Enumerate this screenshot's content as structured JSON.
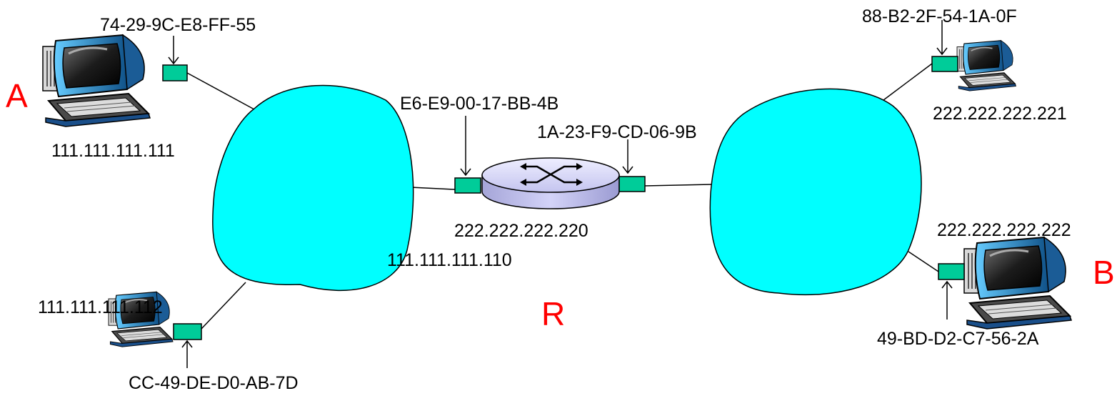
{
  "colors": {
    "network_fill": "#00ffff",
    "interface_card": "#00cc99",
    "router_body": "#c9c9f4",
    "highlight_letter": "#ff0000",
    "link_line": "#000000"
  },
  "nodes": {
    "host_a": {
      "name": "A",
      "ip": "111.111.111.111",
      "mac": "74-29-9C-E8-FF-55",
      "icon": "desktop-computer-icon"
    },
    "host_c": {
      "ip": "111.111.111.112",
      "mac": "CC-49-DE-D0-AB-7D",
      "icon": "desktop-computer-icon"
    },
    "host_d": {
      "ip": "222.222.222.221",
      "mac": "88-B2-2F-54-1A-0F",
      "icon": "desktop-computer-icon"
    },
    "host_b": {
      "name": "B",
      "ip": "222.222.222.222",
      "mac": "49-BD-D2-C7-56-2A",
      "icon": "desktop-computer-icon"
    },
    "router": {
      "name": "R",
      "icon": "router-icon",
      "left_interface": {
        "ip": "111.111.111.110",
        "mac": "E6-E9-00-17-BB-4B"
      },
      "right_interface": {
        "ip": "222.222.222.220",
        "mac": "1A-23-F9-CD-06-9B"
      }
    }
  }
}
